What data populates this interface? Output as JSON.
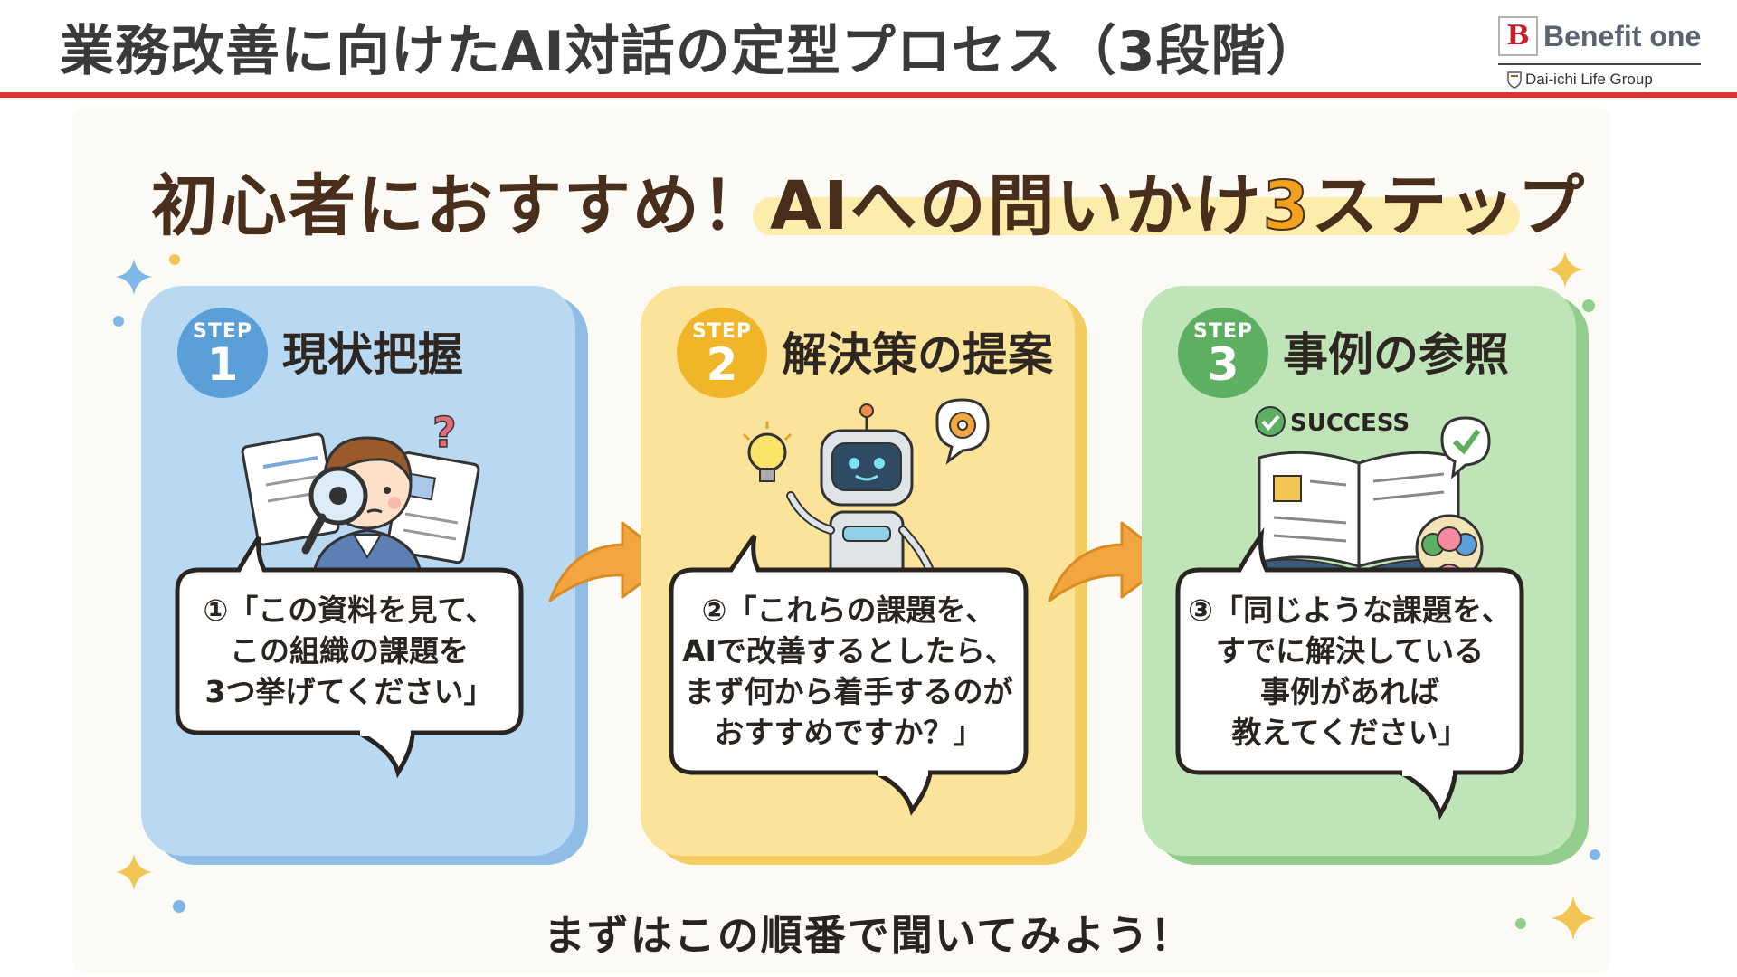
{
  "header": {
    "title": "業務改善に向けたAI対話の定型プロセス（3段階）",
    "logo": {
      "mark": "B",
      "name": "Benefit one",
      "group": "Dai-ichi Life Group"
    }
  },
  "banner": {
    "prefix": "初心者におすすめ！AIへの問いかけ",
    "number": "3",
    "suffix": "ステップ"
  },
  "steps": [
    {
      "step_word": "STEP",
      "number": "1",
      "title": "現状把握",
      "illustration": "person-with-magnifier-icon",
      "prompt_lines": [
        "①「この資料を見て、",
        "この組織の課題を",
        "3つ挙げてください」"
      ],
      "color": "#b9d9f2",
      "dark": "#8fbde6",
      "badge": "#5b9fd8"
    },
    {
      "step_word": "STEP",
      "number": "2",
      "title": "解決策の提案",
      "illustration": "robot-with-lightbulb-icon",
      "prompt_lines": [
        "②「これらの課題を、",
        "AIで改善するとしたら、",
        "まず何から着手するのが",
        "おすすめですか？」"
      ],
      "color": "#fbe39a",
      "dark": "#f4cd62",
      "badge": "#f1b52a"
    },
    {
      "step_word": "STEP",
      "number": "3",
      "title": "事例の参照",
      "illustration": "book-with-success-check-icon",
      "success_label": "SUCCESS",
      "prompt_lines": [
        "③「同じような課題を、",
        "すでに解決している",
        "事例があれば",
        "教えてください」"
      ],
      "color": "#bfe4b8",
      "dark": "#93cd8d",
      "badge": "#5daf62"
    }
  ],
  "footer": {
    "text": "まずはこの順番で聞いてみよう！"
  },
  "colors": {
    "accent_red": "#d6362e",
    "arrow": "#f2a540",
    "text_dark": "#2a2420"
  }
}
